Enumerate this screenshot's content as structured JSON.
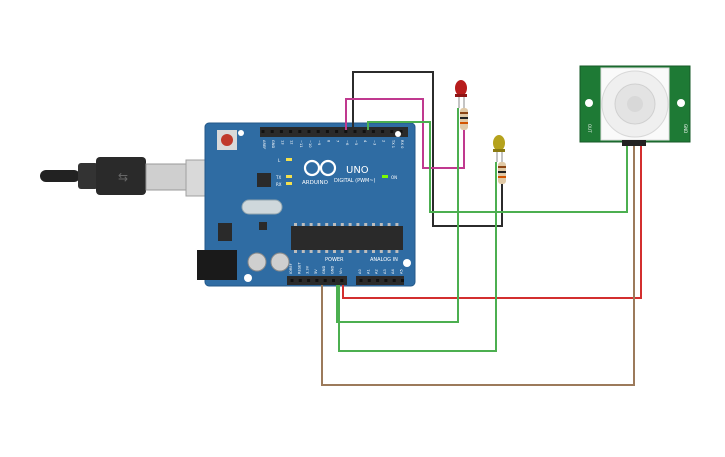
{
  "colors": {
    "board": "#2f6ca3",
    "board_dark": "#1f4f7a",
    "header": "#2a2a2a",
    "wire_black": "#2b2b2b",
    "wire_magenta": "#c0398f",
    "wire_green": "#4caf50",
    "wire_red": "#d32f2f",
    "wire_brown": "#9c7a5b",
    "led_red": "#b71c1c",
    "led_yellow": "#b5a21c",
    "pir_board": "#1e7a35",
    "usb_plug": "#2a2a2a"
  },
  "arduino": {
    "brand": "ARDUINO",
    "model": "UNO",
    "digital_label": "DIGITAL (PWM~)",
    "power_label": "POWER",
    "analog_label": "ANALOG IN",
    "on_label": "ON",
    "led_l": "L",
    "led_tx": "TX",
    "led_rx": "RX",
    "top_pin_labels": [
      "AREF",
      "GND",
      "13",
      "12",
      "~11",
      "~10",
      "~9",
      "8",
      "7",
      "~6",
      "~5",
      "4",
      "~3",
      "2",
      "TX 1",
      "RX 0"
    ],
    "power_pin_labels": [
      "IOREF",
      "RESET",
      "3.3V",
      "5V",
      "GND",
      "GND",
      "Vin"
    ],
    "analog_pin_labels": [
      "A0",
      "A1",
      "A2",
      "A3",
      "A4",
      "A5"
    ]
  },
  "pir": {
    "label_left": "OUT",
    "label_right": "GND"
  }
}
